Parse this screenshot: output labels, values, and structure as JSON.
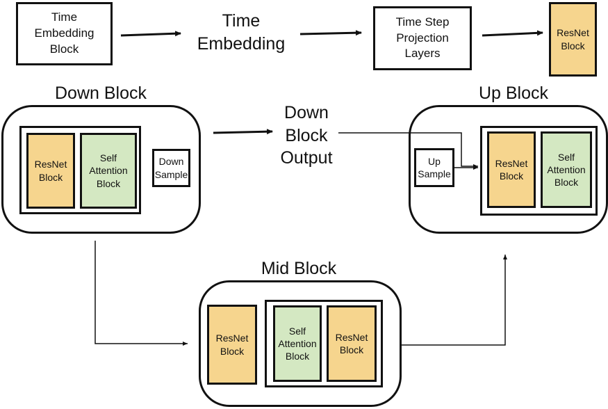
{
  "top": {
    "time_embedding_block": "Time\nEmbedding\nBlock",
    "time_embedding": "Time\nEmbedding",
    "time_step_projection": "Time Step\nProjection\nLayers",
    "resnet": "ResNet\nBlock"
  },
  "down_block": {
    "title": "Down Block",
    "resnet": "ResNet\nBlock",
    "self_attention": "Self\nAttention\nBlock",
    "down_sample": "Down\nSample"
  },
  "down_block_output": "Down\nBlock\nOutput",
  "up_block": {
    "title": "Up Block",
    "up_sample": "Up\nSample",
    "resnet": "ResNet\nBlock",
    "self_attention": "Self\nAttention\nBlock"
  },
  "mid_block": {
    "title": "Mid Block",
    "resnet_1": "ResNet\nBlock",
    "self_attention": "Self\nAttention\nBlock",
    "resnet_2": "ResNet\nBlock"
  },
  "colors": {
    "resnet_fill": "#f6d58e",
    "attention_fill": "#d4e8c2",
    "stroke": "#111111"
  }
}
